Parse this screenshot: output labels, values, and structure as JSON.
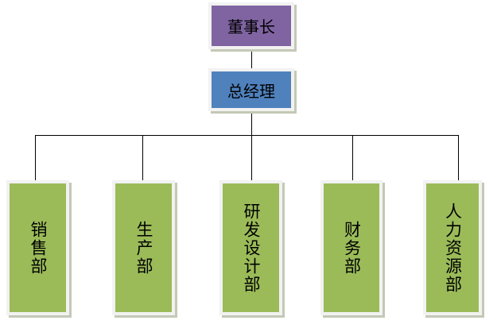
{
  "colors": {
    "chairman": "#8064a2",
    "manager": "#4f81bd",
    "department": "#9bbb59"
  },
  "chairman": {
    "label": "董事长"
  },
  "general_manager": {
    "label": "总经理"
  },
  "departments": [
    {
      "label": "销售部"
    },
    {
      "label": "生产部"
    },
    {
      "label": "研发设计部"
    },
    {
      "label": "财务部"
    },
    {
      "label": "人力资源部"
    }
  ]
}
